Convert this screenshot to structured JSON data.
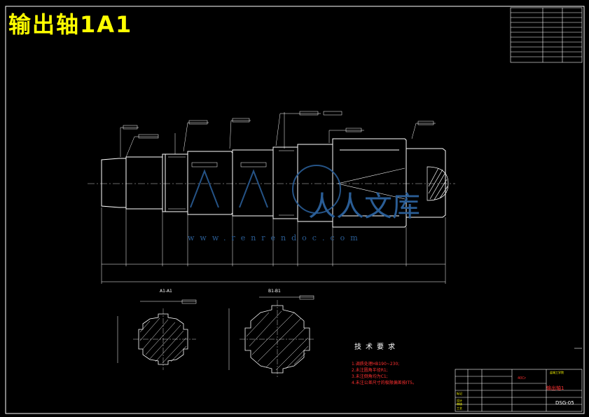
{
  "title": "输出轴1A1",
  "sections": {
    "a1_label": "A1-A1",
    "b1_label": "B1-B1"
  },
  "tech_requirements": {
    "heading": "技术要求",
    "items": [
      "1.调质处理HB190~230;",
      "2.未注圆角半径R1;",
      "3.未注倒角均为C1;",
      "4.未注公差尺寸的极限偏差按IT5。"
    ]
  },
  "title_block": {
    "part_name": "输出轴1",
    "drawing_code": "DSG-05",
    "material": "40Cr",
    "school": "盐城工学院",
    "left_labels": [
      "标记",
      "设计",
      "审核",
      "工艺"
    ]
  },
  "watermark": {
    "text": "人人文库",
    "url": "www.renrendoc.com"
  },
  "colors": {
    "background": "#000000",
    "lines": "#ffffff",
    "dimensions": "#ffffff",
    "title": "#ffff00",
    "watermark": "#2a5d95",
    "highlight": "#ff3030"
  }
}
